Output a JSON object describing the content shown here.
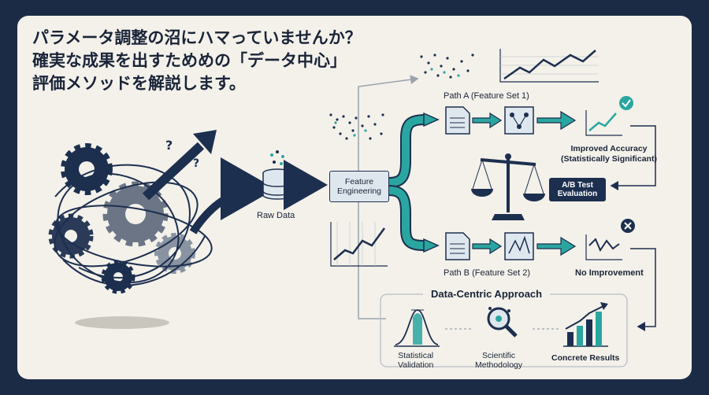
{
  "headline": {
    "line1": "パラメータ調整の沼にハマっていませんか？",
    "line2": "確実な成果を出すためめの「データ中心」",
    "line3": "評価メソッドを解説します。"
  },
  "flow": {
    "raw_data": "Raw Data",
    "feature_engineering": [
      "Feature",
      "Engineering"
    ],
    "path_a": "Path A (Feature Set 1)",
    "path_b": "Path B (Feature Set 2)",
    "improved_accuracy": [
      "Improved Accuracy",
      "(Statistically Significant)"
    ],
    "ab_test": [
      "A/B Test",
      "Evaluation"
    ],
    "no_improvement": "No Improvement"
  },
  "data_centric": {
    "title": "Data-Centric Approach",
    "statistical_validation": [
      "Statistical",
      "Validation"
    ],
    "scientific_methodology": [
      "Scientific",
      "Methodology"
    ],
    "concrete_results": "Concrete Results"
  },
  "colors": {
    "background": "#1c2b45",
    "card": "#f3f1ea",
    "navy": "#1d2f4f",
    "teal": "#2aa6a0",
    "icon_fill": "#dfe7ee"
  },
  "icons": [
    "gear-icon",
    "arrow-icon",
    "question-mark-icon",
    "database-icon",
    "document-icon",
    "workflow-icon",
    "line-chart-icon",
    "balance-scale-icon",
    "check-icon",
    "close-icon",
    "bell-curve-icon",
    "magnifier-icon",
    "bar-chart-icon"
  ]
}
